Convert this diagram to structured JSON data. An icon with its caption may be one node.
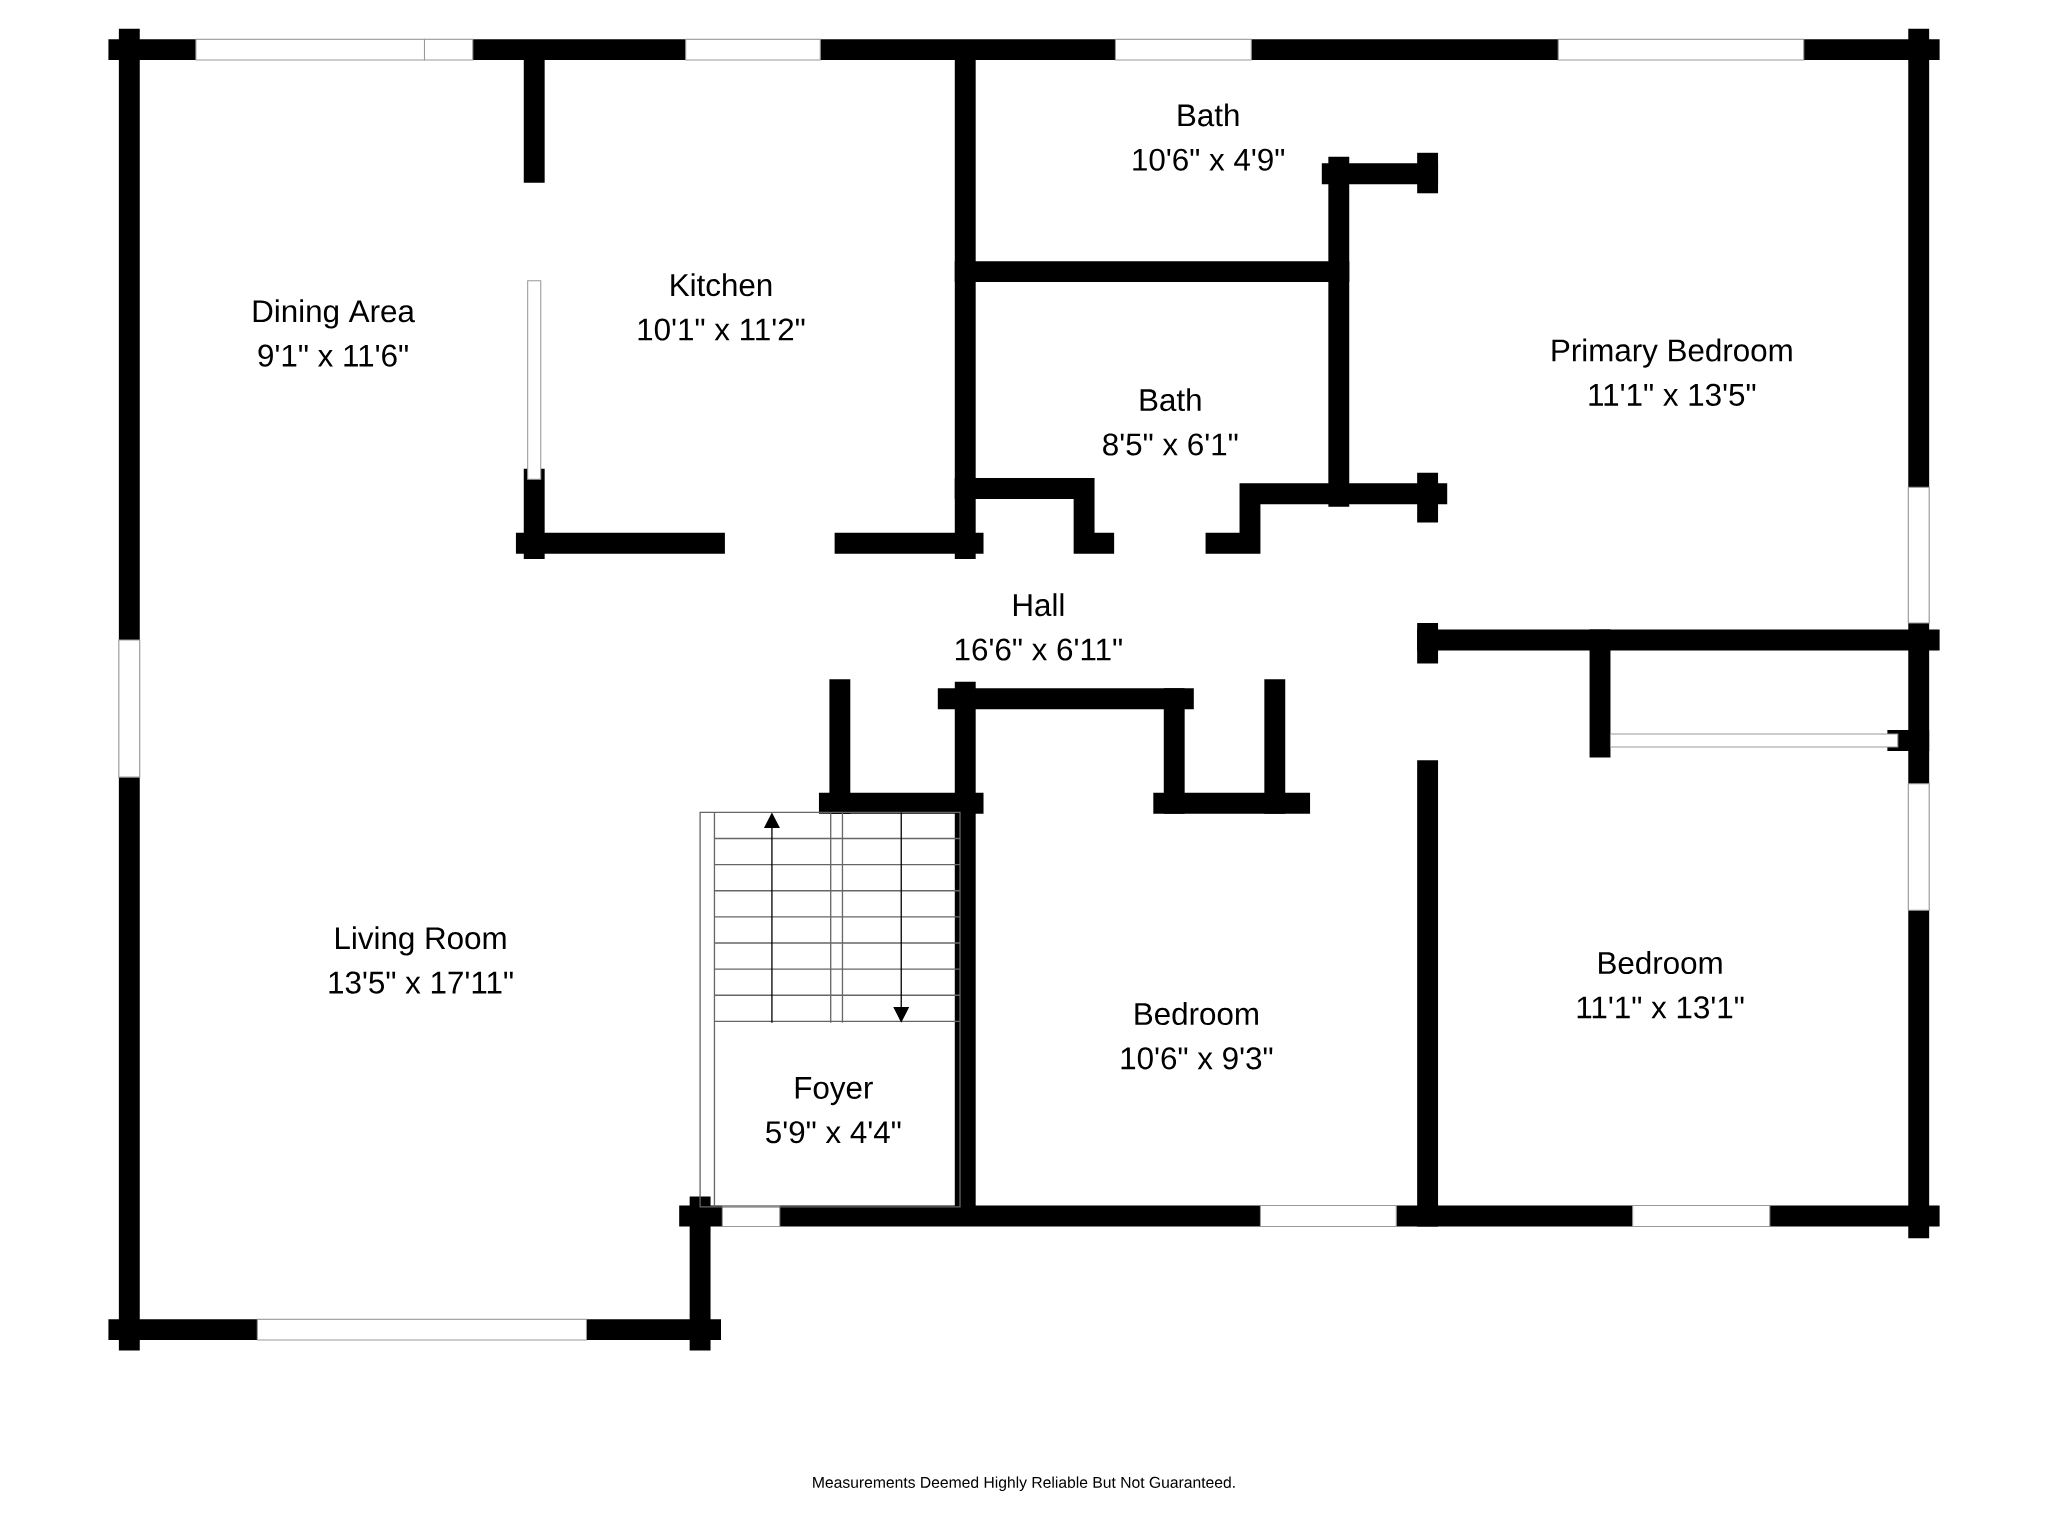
{
  "diagram": {
    "nodes": [
      {
        "text": [
          "Dining Area",
          "9'1\" x 11'6\""
        ]
      },
      {
        "text": [
          "Kitchen",
          "10'1\" x 11'2\""
        ]
      },
      {
        "text": [
          "Bath",
          "10'6\" x 4'9\""
        ]
      },
      {
        "text": [
          "Bath",
          "8'5\" x 6'1\""
        ]
      },
      {
        "text": [
          "Primary Bedroom",
          "11'1\" x 13'5\""
        ]
      },
      {
        "text": [
          "Hall",
          "16'6\" x 6'11\""
        ]
      },
      {
        "text": [
          "Living Room",
          "13'5\" x 17'11\""
        ]
      },
      {
        "text": [
          "Foyer",
          "5'9\" x 4'4\""
        ]
      },
      {
        "text": [
          "Bedroom",
          "10'6\" x 9'3\""
        ]
      },
      {
        "text": [
          "Bedroom",
          "11'1\" x 13'1\""
        ]
      }
    ],
    "edges": [],
    "labels": [
      "Measurements Deemed Highly Reliable But Not Guaranteed."
    ]
  }
}
